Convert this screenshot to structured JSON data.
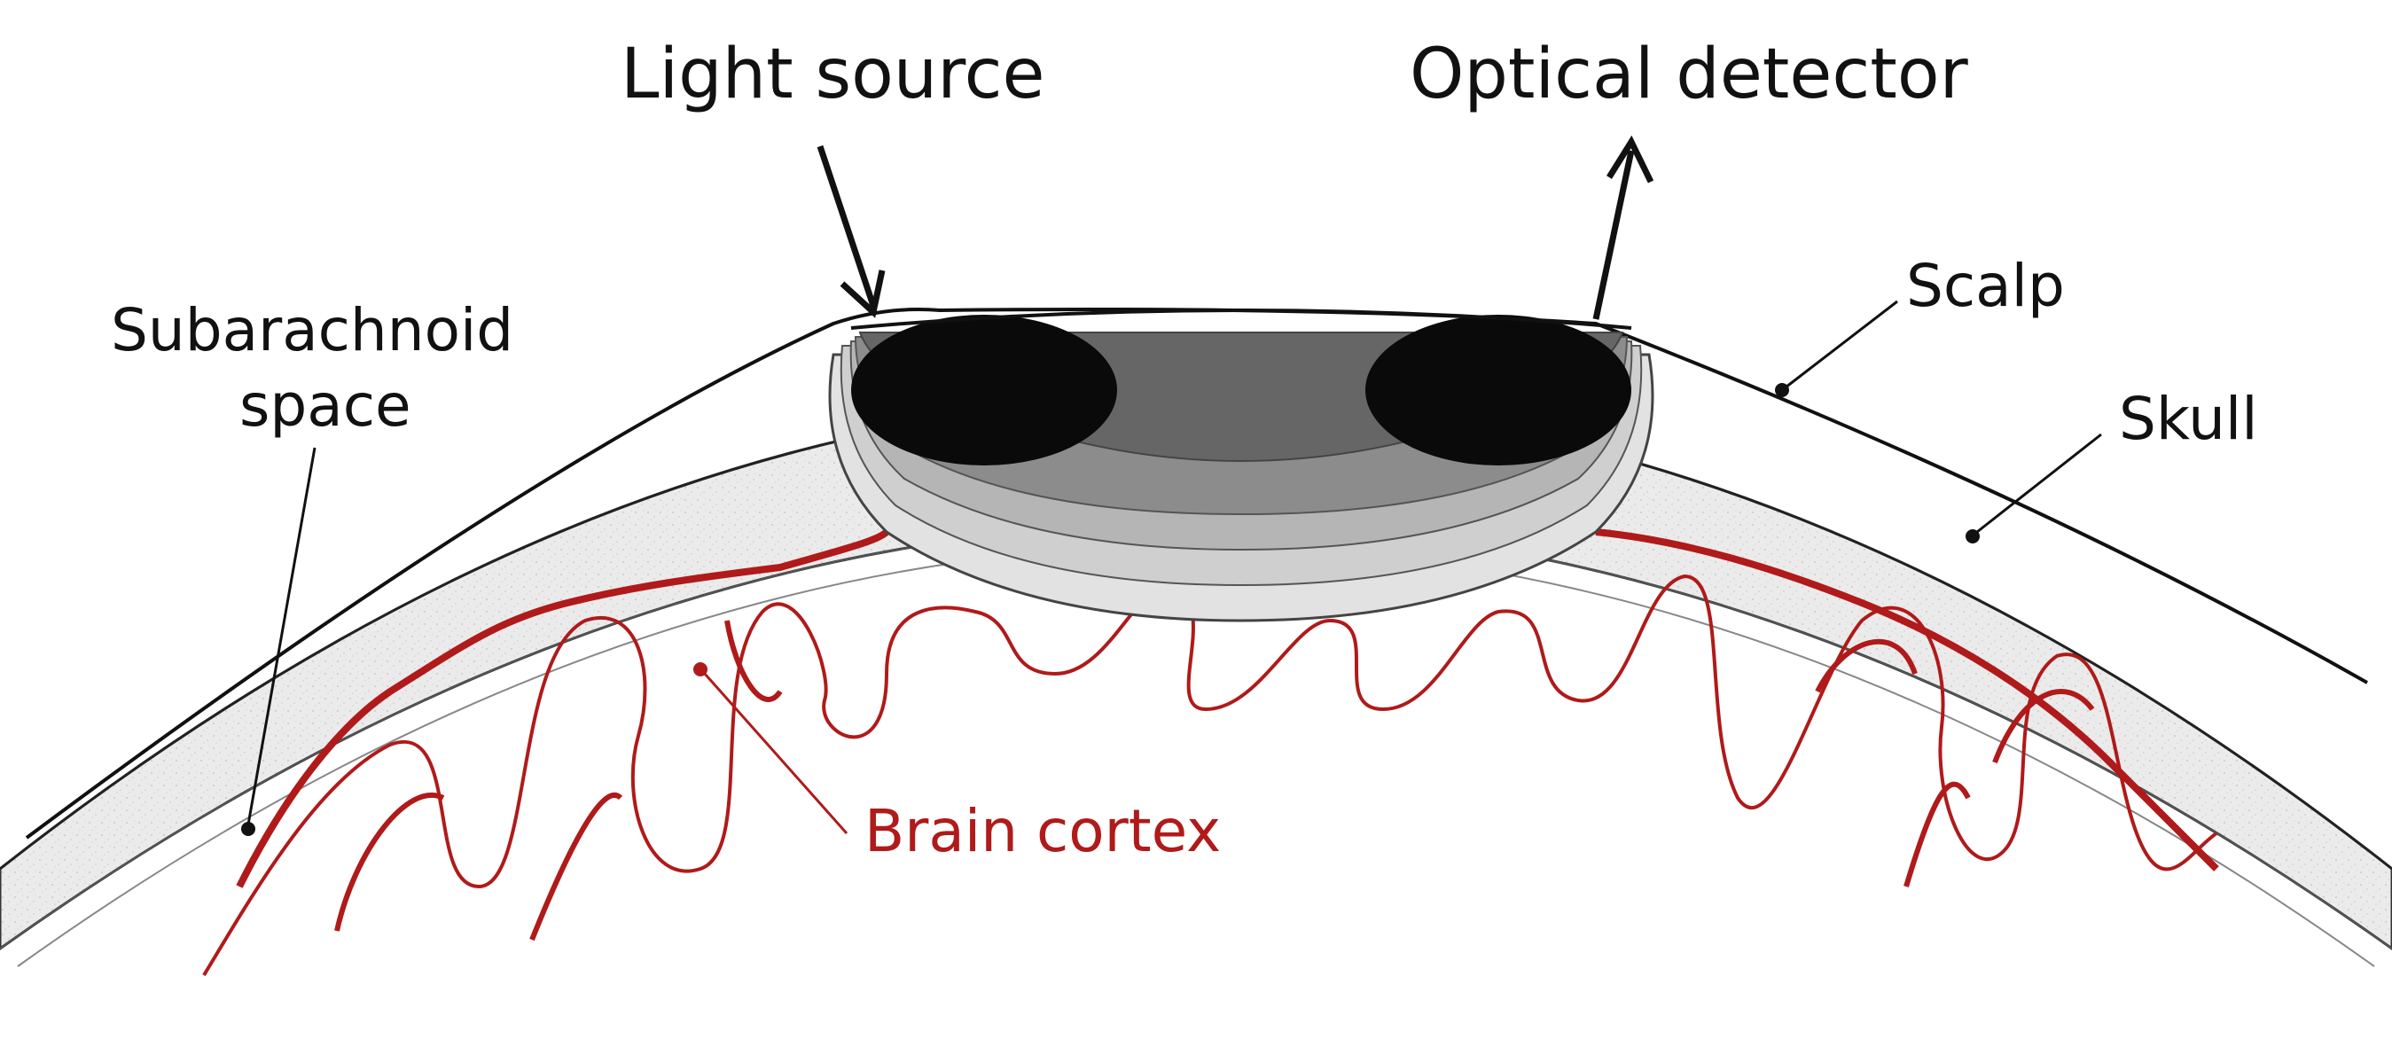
{
  "labels": {
    "light_source": "Light source",
    "optical_detector": "Optical detector",
    "subarachnoid_line1": "Subarachnoid",
    "subarachnoid_line2": "space",
    "scalp": "Scalp",
    "skull": "Skull",
    "brain_cortex": "Brain cortex"
  },
  "colors": {
    "outline": "#111111",
    "skull_fill": "#e9e9e9",
    "cortex": "#b01a1a",
    "label_red": "#b01a1a"
  },
  "icons": {
    "source_arrow": "arrow-down-icon",
    "detector_arrow": "arrow-up-icon"
  }
}
